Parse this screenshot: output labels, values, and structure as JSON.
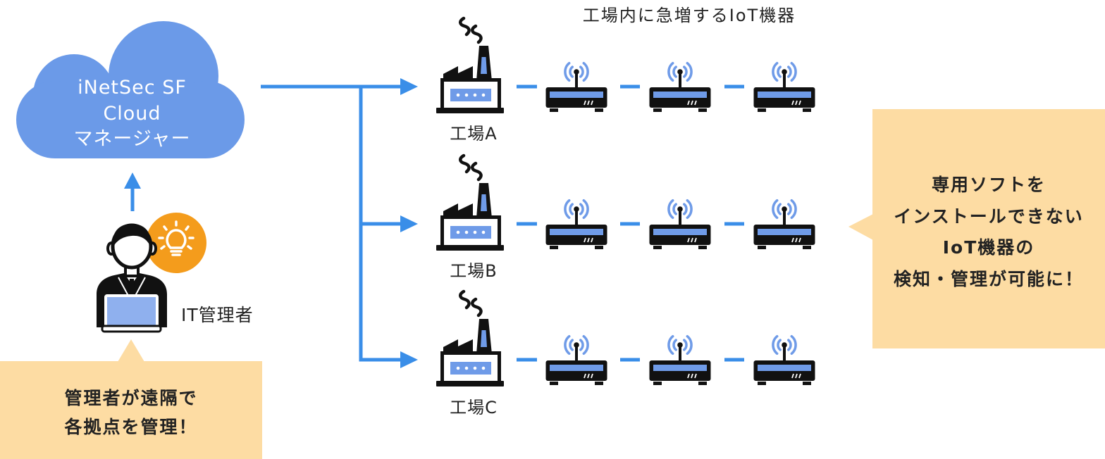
{
  "devices_title": "工場内に急増するIoT機器",
  "cloud": {
    "icon": "cloud-icon",
    "lines": [
      "iNetSec SF",
      "Cloud",
      "マネージャー"
    ]
  },
  "admin": {
    "icon": "it-admin-icon",
    "badge_icon": "lightbulb-icon",
    "device_icon": "laptop-icon",
    "label": "IT管理者"
  },
  "admin_callout": {
    "lines": [
      "管理者が遠隔で",
      "各拠点を管理！"
    ]
  },
  "factories": [
    {
      "label": "工場A",
      "icon": "factory-icon",
      "device_icon": "router-icon"
    },
    {
      "label": "工場B",
      "icon": "factory-icon",
      "device_icon": "router-icon"
    },
    {
      "label": "工場C",
      "icon": "factory-icon",
      "device_icon": "router-icon"
    }
  ],
  "result_callout": {
    "lines": [
      "専用ソフトを",
      "インストールできない",
      "IoT機器の",
      "検知・管理が可能に！"
    ]
  },
  "colors": {
    "cloud": "#6b9ae8",
    "connector": "#3a8ee8",
    "device_accent": "#6f9be8",
    "callout": "#fddca3",
    "badge": "#f49c1c",
    "icon_ink": "#111111",
    "text": "#222222"
  }
}
